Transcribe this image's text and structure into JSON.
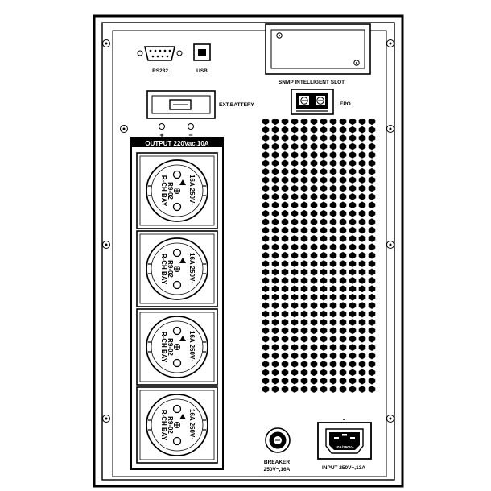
{
  "panel": {
    "ports": {
      "rs232": "RS232",
      "usb": "USB",
      "snmp_slot": "SNMP INTELLIGENT SLOT",
      "epo": "EPO",
      "ext_battery": "EXT.BATTERY",
      "plus": "+",
      "minus": "−"
    },
    "output": {
      "header": "OUTPUT  220Vac,10A",
      "sockets": [
        {
          "lines": [
            "R-CH BAY",
            "R9-02",
            "16A 250V~"
          ]
        },
        {
          "lines": [
            "R-CH BAY",
            "R9-02",
            "16A 250V~"
          ]
        },
        {
          "lines": [
            "R-CH BAY",
            "R9-02",
            "16A 250V~"
          ]
        },
        {
          "lines": [
            "R-CH BAY",
            "R9-02",
            "16A 250V~"
          ]
        }
      ]
    },
    "breaker": {
      "title": "BREAKER",
      "rating": "250V~,16A"
    },
    "input": {
      "label": "INPUT  250V~,13A",
      "inlet_mark": "10A/250V~"
    }
  },
  "icons": [
    "screw-icon",
    "db9-connector-icon",
    "usb-port-icon",
    "terminal-block-icon",
    "schuko-socket-icon",
    "breaker-icon",
    "iec-inlet-icon",
    "vent-grille"
  ]
}
